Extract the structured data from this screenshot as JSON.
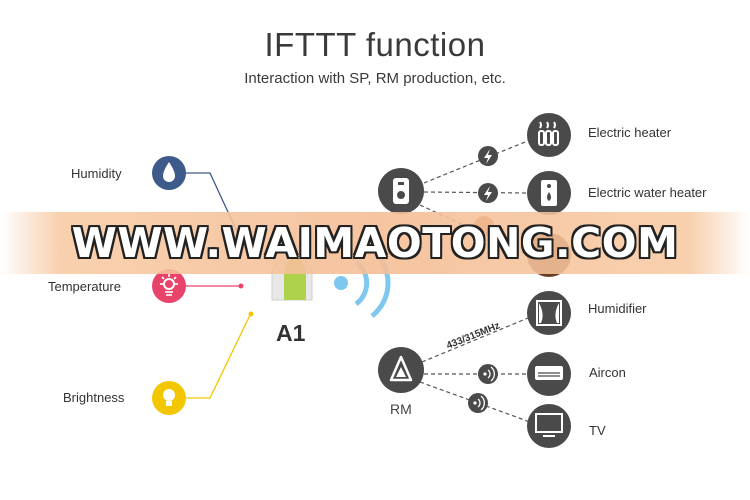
{
  "title": "IFTTT function",
  "subtitle": "Interaction with SP, RM production, etc.",
  "sensors": {
    "humidity": "Humidity",
    "temperature": "Temperature",
    "brightness": "Brightness"
  },
  "hub": "A1",
  "rm": "RM",
  "sp_devices": {
    "electric_heater": "Electric heater",
    "electric_water_heater": "Electric water heater"
  },
  "rm_devices": {
    "humidifier": "Humidifier",
    "aircon": "Aircon",
    "tv": "TV"
  },
  "frequency": "433/315MHz",
  "watermark": "WWW.WAIMAOTONG.COM",
  "colors": {
    "humidity": "#3d5a8a",
    "temperature": "#e8436a",
    "brightness": "#f2c700",
    "device": "#4a4a4a",
    "wifi": "#7ec8ef"
  }
}
